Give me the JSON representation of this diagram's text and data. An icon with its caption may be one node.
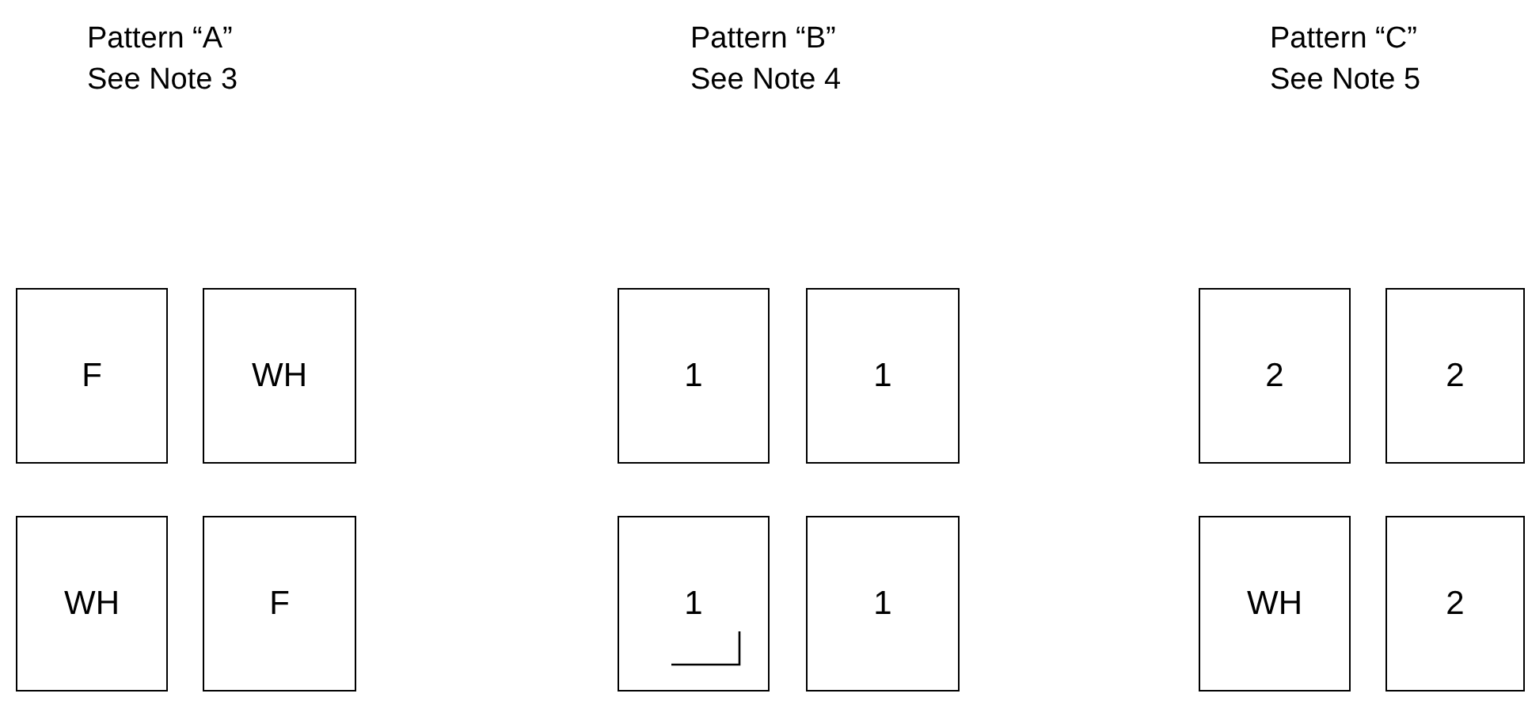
{
  "diagram": {
    "nodes": [
      {
        "text": [
          "F"
        ]
      },
      {
        "text": [
          "WH"
        ]
      },
      {
        "text": [
          "WH"
        ]
      },
      {
        "text": [
          "F"
        ]
      },
      {
        "text": [
          "1"
        ]
      },
      {
        "text": [
          "1"
        ]
      },
      {
        "text": [
          "1"
        ]
      },
      {
        "text": [
          "1"
        ]
      },
      {
        "text": [
          "2"
        ]
      },
      {
        "text": [
          "2"
        ]
      },
      {
        "text": [
          "WH"
        ]
      },
      {
        "text": [
          "2"
        ]
      }
    ],
    "labels": [
      "Pattern “A”",
      "See Note 3",
      "Pattern “B”",
      "See Note 4",
      "Pattern “C”",
      "See Note 5"
    ]
  }
}
